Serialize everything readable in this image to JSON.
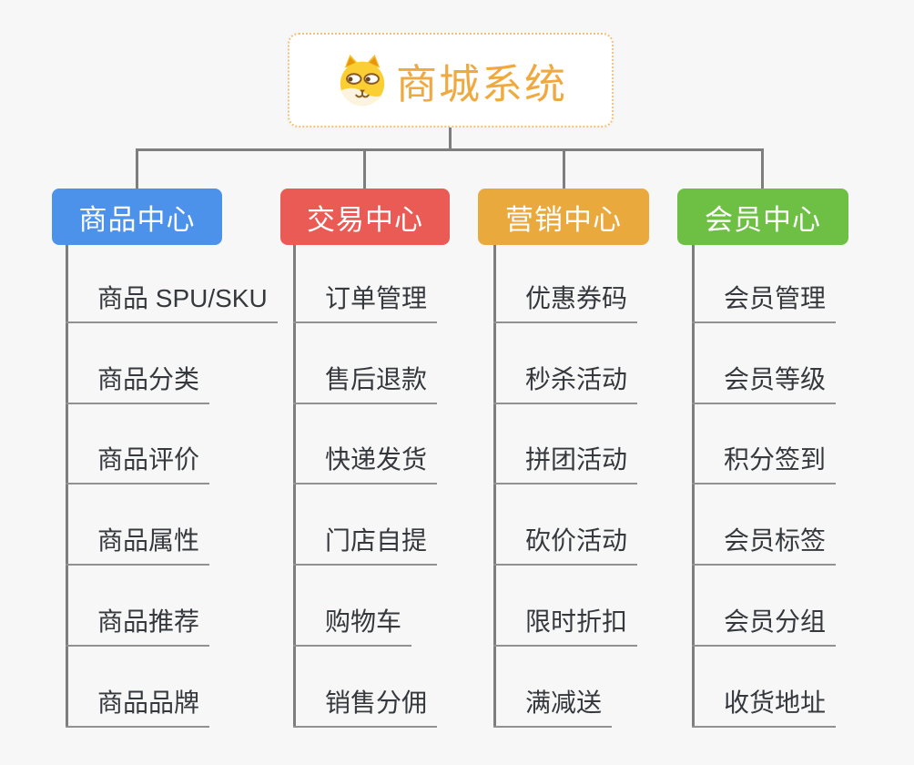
{
  "root": {
    "title": "商城系统",
    "icon": "shiba-dog-icon"
  },
  "branches": [
    {
      "label": "商品中心",
      "color": "#4c92ea",
      "items": [
        "商品 SPU/SKU",
        "商品分类",
        "商品评价",
        "商品属性",
        "商品推荐",
        "商品品牌"
      ]
    },
    {
      "label": "交易中心",
      "color": "#ea5b55",
      "items": [
        "订单管理",
        "售后退款",
        "快递发货",
        "门店自提",
        "购物车",
        "销售分佣"
      ]
    },
    {
      "label": "营销中心",
      "color": "#e9a93c",
      "items": [
        "优惠券码",
        "秒杀活动",
        "拼团活动",
        "砍价活动",
        "限时折扣",
        "满减送"
      ]
    },
    {
      "label": "会员中心",
      "color": "#6ec044",
      "items": [
        "会员管理",
        "会员等级",
        "积分签到",
        "会员标签",
        "会员分组",
        "收货地址"
      ]
    }
  ],
  "colors": {
    "background": "#f7f7f7",
    "root_text": "#efa93f",
    "root_border": "#f2c078",
    "connector": "#7e7e7e",
    "item_underline": "#8f9193",
    "item_text": "#35383d"
  }
}
